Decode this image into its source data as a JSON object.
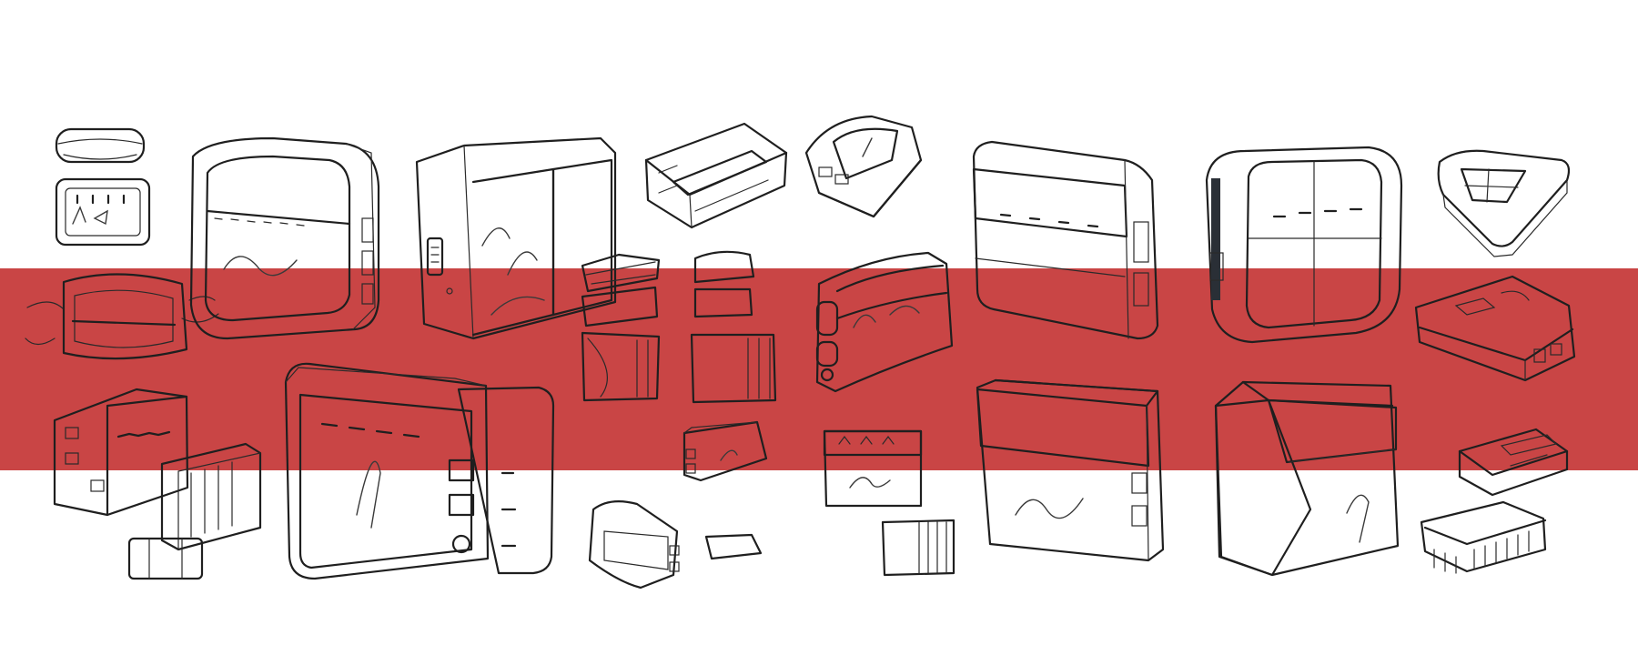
{
  "palette": {
    "background": "#ffffff",
    "band": "#c94545",
    "ink": "#1f1f1f",
    "grey_blue_shade": "#8f9aa8",
    "light_blue_shade": "#c8d2de",
    "dark_device": "#4d5561"
  },
  "band": {
    "color": "#c94545"
  },
  "sketches": [
    "router-sketch-small-top",
    "router-sketch-small-display",
    "router-sketch-red-cables",
    "router-sketch-red-ports",
    "router-sketch-large-square",
    "router-sketch-large-vent",
    "router-sketch-stand-front",
    "router-sketch-flat-slot",
    "router-sketch-compact-ports",
    "router-sketch-red-cylinder",
    "router-sketch-white-grey-top",
    "router-sketch-dark-grey",
    "router-sketch-small-rounded",
    "router-sketch-red-flat",
    "router-sketch-grey-pattern-box",
    "router-sketch-faceted-box",
    "router-sketch-stacked-small"
  ]
}
